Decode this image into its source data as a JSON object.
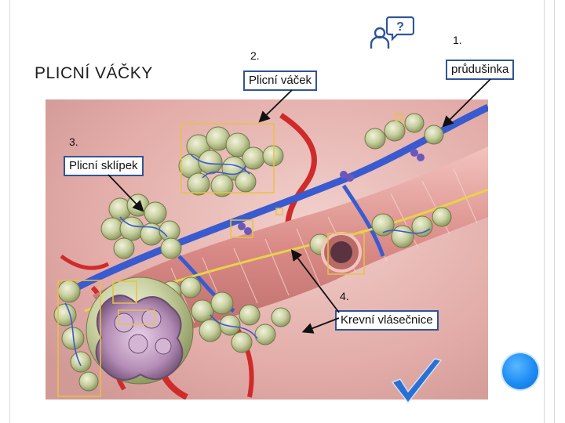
{
  "slide": {
    "title": "PLICNÍ VÁČKY"
  },
  "labels": [
    {
      "id": "bronchiole",
      "number": "1.",
      "text": "průdušinka"
    },
    {
      "id": "alveolar-sac",
      "number": "2.",
      "text": "Plicní váček"
    },
    {
      "id": "alveolus",
      "number": "3.",
      "text": "Plicní sklípek"
    },
    {
      "id": "capillary",
      "number": "4.",
      "text": "Krevní vlásečnice"
    }
  ],
  "icons": {
    "help": "help-person-icon",
    "check": "checkmark-icon",
    "button": "blue-circle-button"
  },
  "colors": {
    "label_border": "#2f5597",
    "background_pink": "#e7b9b6",
    "artery_red": "#cf2b2b",
    "vein_blue": "#3a5bd0",
    "alveoli_green": "#a7b57a",
    "checkmark_blue": "#2a6fd1",
    "circle_blue": "#1c8cf3"
  }
}
